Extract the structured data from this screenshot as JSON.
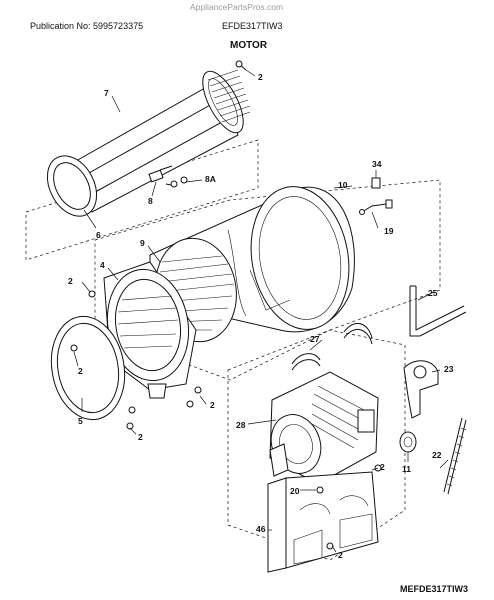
{
  "header": {
    "publication": "Publication No: 5995723375",
    "model": "EFDE317TIW3",
    "watermark": "AppliancePartsPros.com"
  },
  "section_title": "MOTOR",
  "diagram_code": "MEFDE317TIW3",
  "callouts": {
    "c2a": "2",
    "c7": "7",
    "c8a": "8A",
    "c8": "8",
    "c6": "6",
    "c34": "34",
    "c10": "10",
    "c19": "19",
    "c9": "9",
    "c4": "4",
    "c2b": "2",
    "c25": "25",
    "c27": "27",
    "c2c": "2",
    "c23": "23",
    "c5": "5",
    "c2d": "2",
    "c28": "28",
    "c2e": "2",
    "c11": "11",
    "c22": "22",
    "c20": "20",
    "c2f": "2",
    "c46": "46",
    "c2g": "2"
  }
}
